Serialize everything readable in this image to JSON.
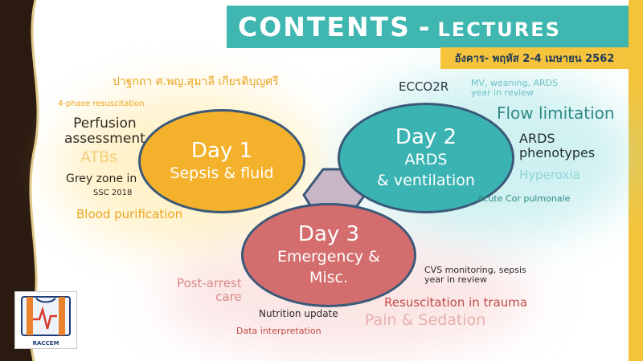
{
  "title": {
    "main": "CONTENTS",
    "separator": "-",
    "sub": "LECTURES"
  },
  "date": "อังคาร- พฤหัส 2-4 เมษายน 2562",
  "days": [
    {
      "day": "Day 1",
      "line1": "Sepsis & fluid",
      "line2": ""
    },
    {
      "day": "Day 2",
      "line1": "ARDS",
      "line2": "& ventilation"
    },
    {
      "day": "Day 3",
      "line1": "Emergency &",
      "line2": "Misc."
    }
  ],
  "day1_topics": {
    "keynote": "ปาฐกถา ศ.พญ.สุมาลี เกียรติบุญศรี",
    "resuscitation": "4-phase resuscitation",
    "perfusion_1": "Perfusion",
    "perfusion_2": "assessment",
    "atbs": "ATBs",
    "grey_zone_1": "Grey zone in",
    "grey_zone_2": "SSC 2018",
    "blood_purification": "Blood purification"
  },
  "day2_topics": {
    "ecco2r": "ECCO2R",
    "mv_1": "MV, weaning, ARDS",
    "mv_2": "year in review",
    "flow_limitation": "Flow limitation",
    "ards_phenotypes_1": "ARDS",
    "ards_phenotypes_2": "phenotypes",
    "hyperoxia": "Hyperoxia",
    "acute_cor": "Acute Cor pulmonale"
  },
  "day3_topics": {
    "post_arrest_1": "Post-arrest",
    "post_arrest_2": "care",
    "cvs_1": "CVS monitoring, sepsis",
    "cvs_2": "year in review",
    "nutrition": "Nutrition update",
    "trauma": "Resuscitation in trauma",
    "data_interp": "Data interpretation",
    "pain": "Pain & Sedation"
  },
  "logo": {
    "text": "RACCEM"
  },
  "colors": {
    "teal": "#3fb6b0",
    "yellow": "#f4b12b",
    "coral": "#d46d6d",
    "navy": "#3a5978"
  }
}
